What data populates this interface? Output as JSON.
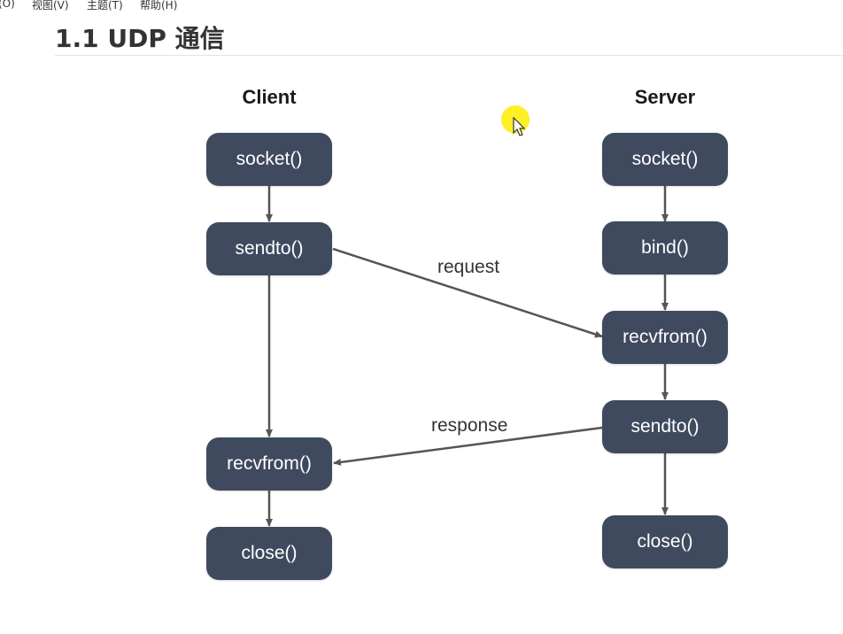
{
  "menu": {
    "items": [
      "(O)",
      "视图(V)",
      "主题(T)",
      "帮助(H)"
    ]
  },
  "heading": "1.1 UDP 通信",
  "client": {
    "title": "Client",
    "nodes": [
      "socket()",
      "sendto()",
      "recvfrom()",
      "close()"
    ]
  },
  "server": {
    "title": "Server",
    "nodes": [
      "socket()",
      "bind()",
      "recvfrom()",
      "sendto()",
      "close()"
    ]
  },
  "edges": {
    "request": "request",
    "response": "response"
  },
  "colors": {
    "node_fill": "#3f4a5f",
    "node_text": "#ffffff",
    "arrow": "#555555",
    "cursor_highlight": "#ffec00"
  }
}
